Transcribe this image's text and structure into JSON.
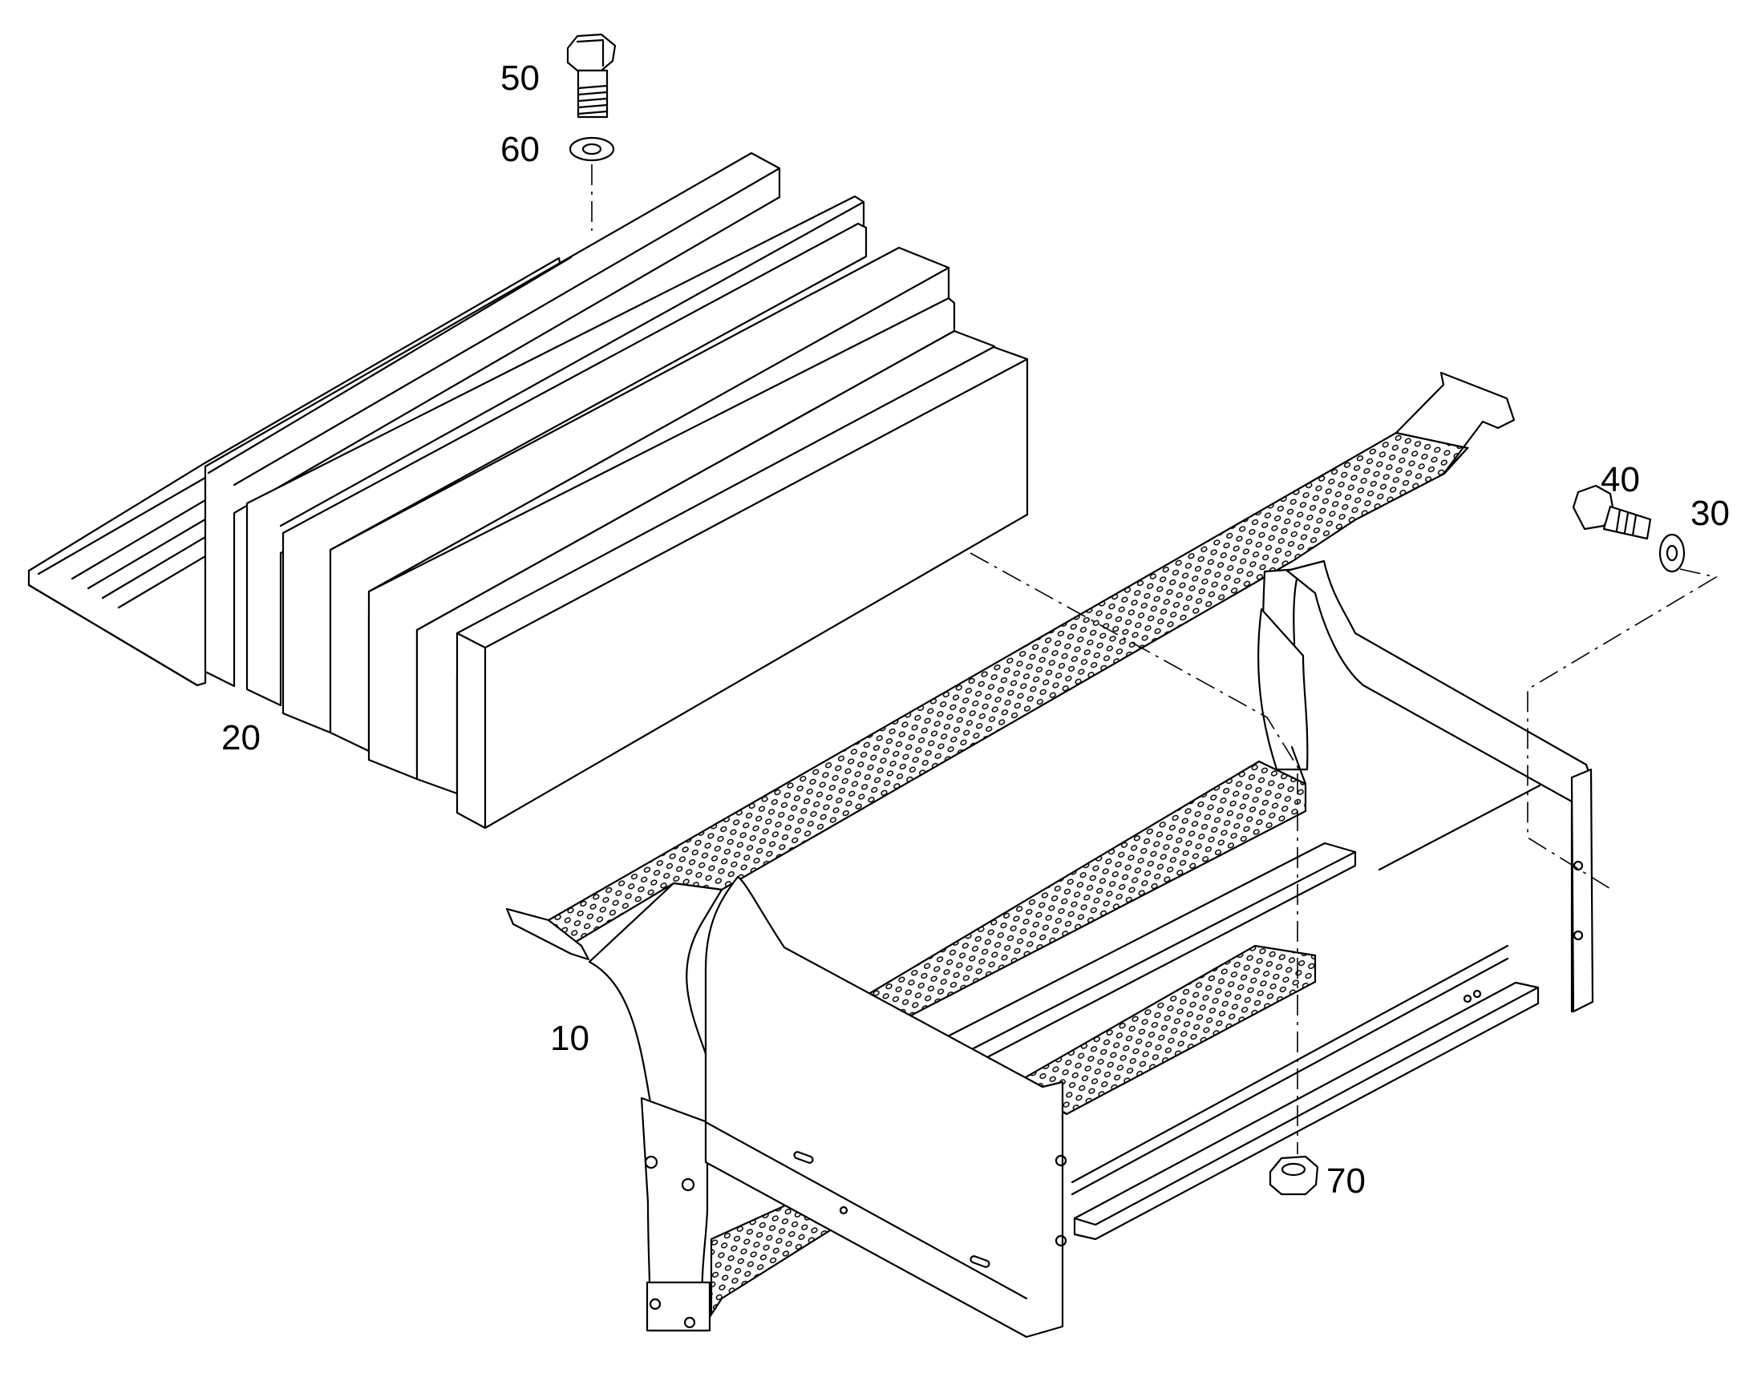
{
  "labels": {
    "step_frame": "10",
    "step_block": "20",
    "washer_right": "30",
    "bolt_right": "40",
    "bolt_top": "50",
    "washer_top": "60",
    "nut": "70"
  }
}
